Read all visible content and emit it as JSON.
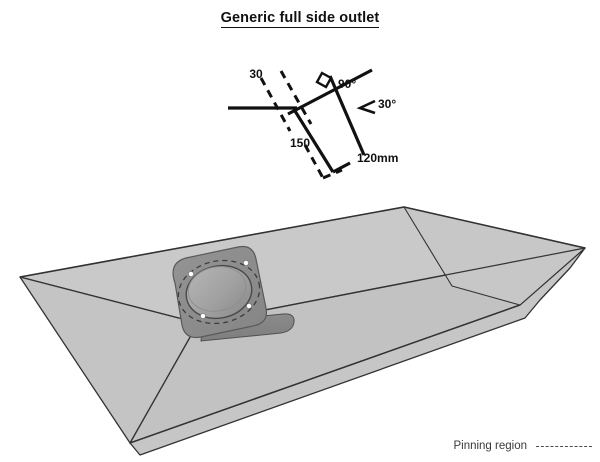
{
  "title": "Generic full side outlet",
  "detail_drawing": {
    "labels": {
      "dim_30": "30",
      "dim_150": "150",
      "dim_120mm": "120mm",
      "angle_90": "90°",
      "angle_30": "30°"
    },
    "icons": {
      "right_angle_marker": "right-angle-marker-icon",
      "angle_symbol": "angle-symbol-icon"
    }
  },
  "model": {
    "name": "side outlet channel 3d model",
    "outlet": {
      "name": "outlet-plate",
      "hole": "outlet-hole",
      "pin_count": 4,
      "pinning_circle": "pinning-region-dashed-circle"
    }
  },
  "legend": {
    "label": "Pinning region",
    "line_style": "dashed"
  },
  "colors": {
    "outline": "#333333",
    "channel_face_light": "#c9c9c9",
    "channel_face_mid": "#c2c2c2",
    "channel_face_dark": "#b4b4b4",
    "outlet_plate": "#8e8e8e",
    "outlet_hole": "#a3a3a3",
    "pin_dot": "#ffffff",
    "text": "#111111",
    "legend_text": "#3a3a3a"
  }
}
